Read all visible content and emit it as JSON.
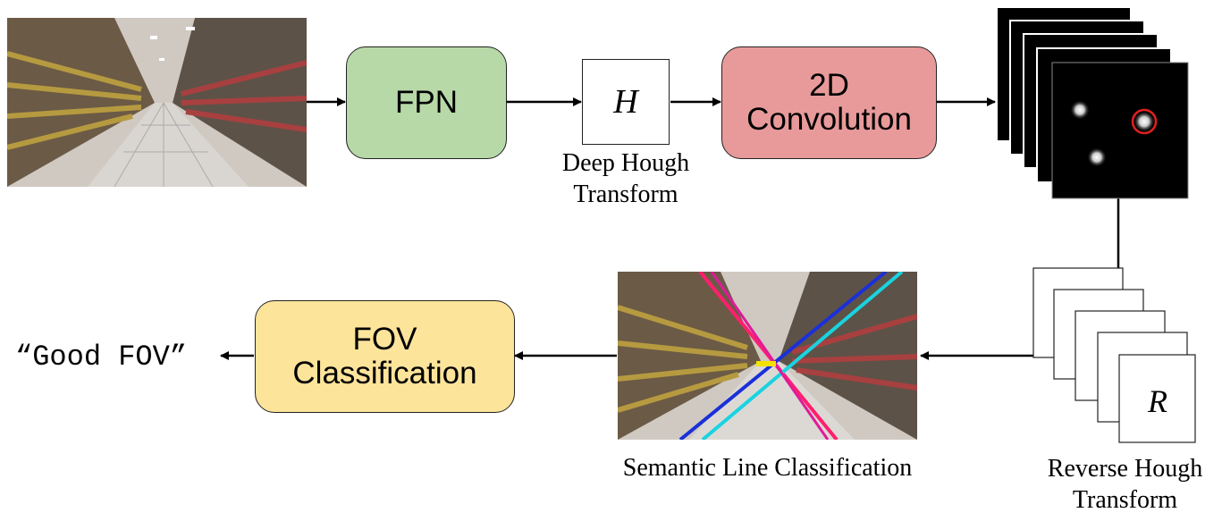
{
  "input_image": {
    "icon": "supermarket-aisle-photo"
  },
  "fpn": {
    "label": "FPN",
    "color": "#b7d9a8"
  },
  "hough": {
    "symbol": "H",
    "caption_line1": "Deep Hough",
    "caption_line2": "Transform"
  },
  "conv": {
    "label_line1": "2D",
    "label_line2": "Convolution",
    "color": "#e89a9a"
  },
  "feature_maps": {
    "icon": "hough-feature-map-stack",
    "highlight_color": "#e02020"
  },
  "reverse": {
    "symbol": "R",
    "caption_line1": "Reverse Hough",
    "caption_line2": "Transform"
  },
  "semantic": {
    "caption": "Semantic Line Classification",
    "icon": "aisle-photo-with-lines",
    "line_colors": [
      "#ff1f6e",
      "#19d3e0",
      "#1a30d8",
      "#3fb0ff"
    ]
  },
  "fov": {
    "label_line1": "FOV",
    "label_line2": "Classification",
    "color": "#fde49b"
  },
  "output": {
    "text": "“Good FOV”"
  }
}
